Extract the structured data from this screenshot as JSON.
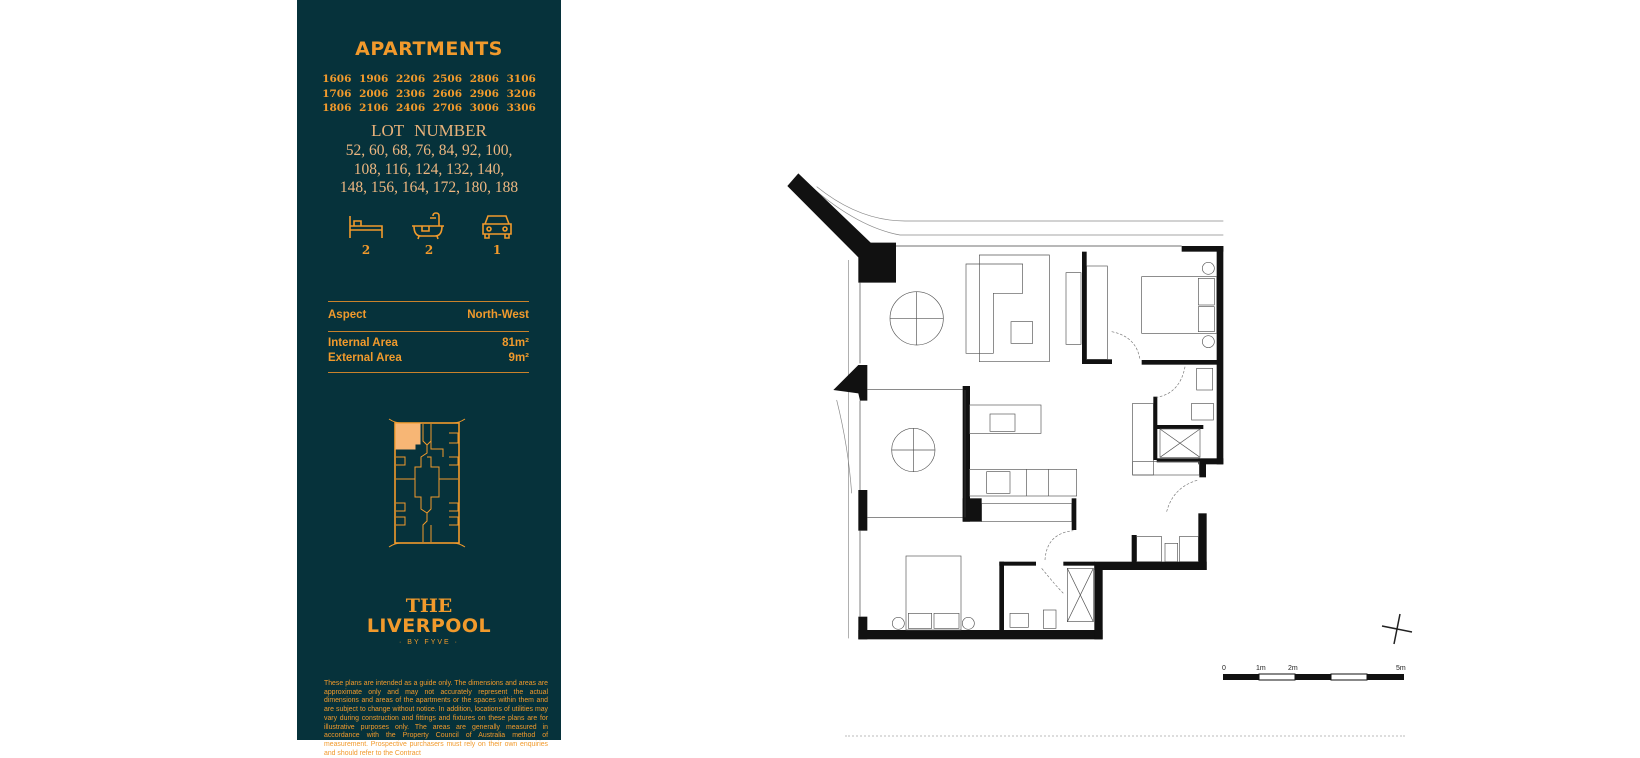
{
  "sidebar": {
    "title": "APARTMENTS",
    "apartment_numbers": [
      "1606 1906 2206 2506 2806 3106",
      "1706 2006 2306 2606 2906 3206",
      "1806 2106 2406 2706 3006 3306"
    ],
    "lot_heading": "LOT NUMBER",
    "lot_numbers": [
      "52, 60, 68, 76, 84, 92, 100,",
      "108, 116, 124, 132, 140,",
      "148, 156, 164, 172, 180, 188"
    ],
    "features": [
      {
        "icon": "bed-icon",
        "count": "2"
      },
      {
        "icon": "bathtub-icon",
        "count": "2"
      },
      {
        "icon": "car-icon",
        "count": "1"
      }
    ],
    "aspect_label": "Aspect",
    "aspect_value": "North-West",
    "internal_label": "Internal Area",
    "internal_value": "81m²",
    "external_label": "External Area",
    "external_value": "9m²",
    "logo": {
      "line1": "THE",
      "line2": "LIVERPOOL",
      "line3": "· BY FYVE ·"
    },
    "disclaimer": "These plans are intended as a guide only. The dimensions and areas are approximate only and may not accurately represent the actual dimensions and areas of the apartments or the spaces within them and are subject to change without notice. In addition, locations of utilities may vary during construction and fittings and fixtures on these plans are for illustrative purposes only. The areas are generally measured in accordance with the Property Council of Australia method of measurement. Prospective purchasers must rely on their own enquiries and should refer to the Contract"
  },
  "scale_bar": {
    "labels": [
      "0",
      "1m",
      "2m",
      "5m"
    ]
  },
  "colors": {
    "sidebar_bg": "#06323b",
    "accent": "#f19a2c",
    "highlight": "#f7b675"
  }
}
